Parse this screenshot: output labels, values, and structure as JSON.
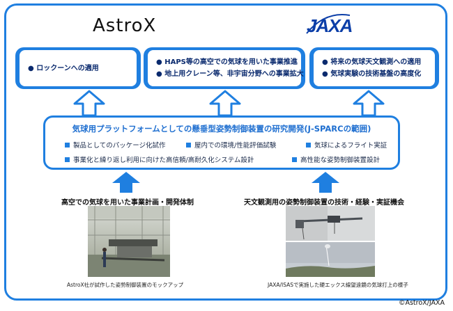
{
  "logos": {
    "astrox": "AstroX",
    "jaxa": "JAXA"
  },
  "top_boxes": [
    {
      "items": [
        "● ロックーンへの適用"
      ]
    },
    {
      "items": [
        "● HAPS等の高空での気球を用いた事業推進",
        "● 地上用クレーン等、非宇宙分野への事業拡大"
      ]
    },
    {
      "items": [
        "● 将来の気球天文観測への適用",
        "● 気球実験の技術基盤の高度化"
      ]
    }
  ],
  "middle": {
    "title": "気球用プラットフォームとしての懸垂型姿勢制御装置の研究開発(J-SPARCの範囲)",
    "items": [
      "製品としてのパッケージ化試作",
      "屋内での環境/性能評価試験",
      "気球によるフライト実証",
      "事業化と繰り返し利用に向けた高信頼/高耐久化システム設計",
      "高性能な姿勢制御装置設計"
    ]
  },
  "bottom_left": {
    "heading": "高空での気球を用いた事業計画・開発体制",
    "caption": "AstroX社が試作した姿勢制御装置のモックアップ"
  },
  "bottom_right": {
    "heading": "天文観測用の姿勢制御装置の技術・経験・実証機会",
    "caption": "JAXA/ISASで実施した硬エックス線望遠鏡の気球打上の様子"
  },
  "copyright": "©AstroX/JAXA",
  "colors": {
    "accent": "#1f7fe0",
    "dark_text": "#0a2a6e"
  }
}
